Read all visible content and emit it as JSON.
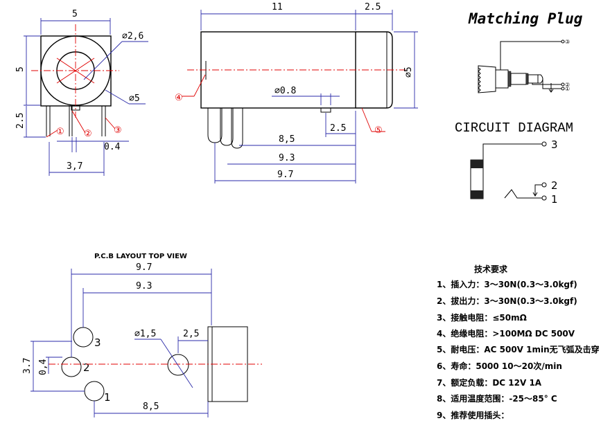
{
  "front_view": {
    "dims": {
      "width": "5",
      "height": "5",
      "hole": "⌀2,6",
      "outer": "⌀5",
      "leg": "2.5",
      "pitch": "3,7",
      "offset": "0.4"
    },
    "pins": [
      "①",
      "②",
      "③"
    ]
  },
  "side_view": {
    "dims": {
      "length": "11",
      "tip": "2.5",
      "diameter": "⌀5",
      "peg": "⌀0.8",
      "peg_offset": "2.5",
      "d1": "8,5",
      "d2": "9.3",
      "d3": "9.7"
    },
    "callouts": [
      "④",
      "⑤"
    ]
  },
  "matching_plug": {
    "title": "Matching Plug",
    "terminals": [
      "③",
      "②",
      "①"
    ]
  },
  "circuit": {
    "title": "CIRCUIT DIAGRAM",
    "pins": [
      "3",
      "2",
      "1"
    ]
  },
  "pcb": {
    "title": "P.C.B LAYOUT TOP VIEW",
    "dims": {
      "d1": "9.7",
      "d2": "9.3",
      "hole": "⌀1,5",
      "peg_offset": "2,5",
      "h": "3.7",
      "off": "0,4",
      "d3": "8,5"
    },
    "pins": [
      "3",
      "2",
      "1"
    ]
  },
  "specs": {
    "title": "技术要求",
    "items": [
      "1、插入力：3～30N(0.3～3.0kgf)",
      "2、拔出力：3～30N(0.3～3.0kgf)",
      "3、接触电阻：≤50mΩ",
      "4、绝缘电阻：>100MΩ  DC  500V",
      "5、耐电压：AC  500V  1min无飞弧及击穿",
      "6、寿命：5000 10～20次/min",
      "7、额定负载：DC  12V  1A",
      "8、适用温度范围：-25～85° C",
      "9、推荐使用插头："
    ]
  }
}
